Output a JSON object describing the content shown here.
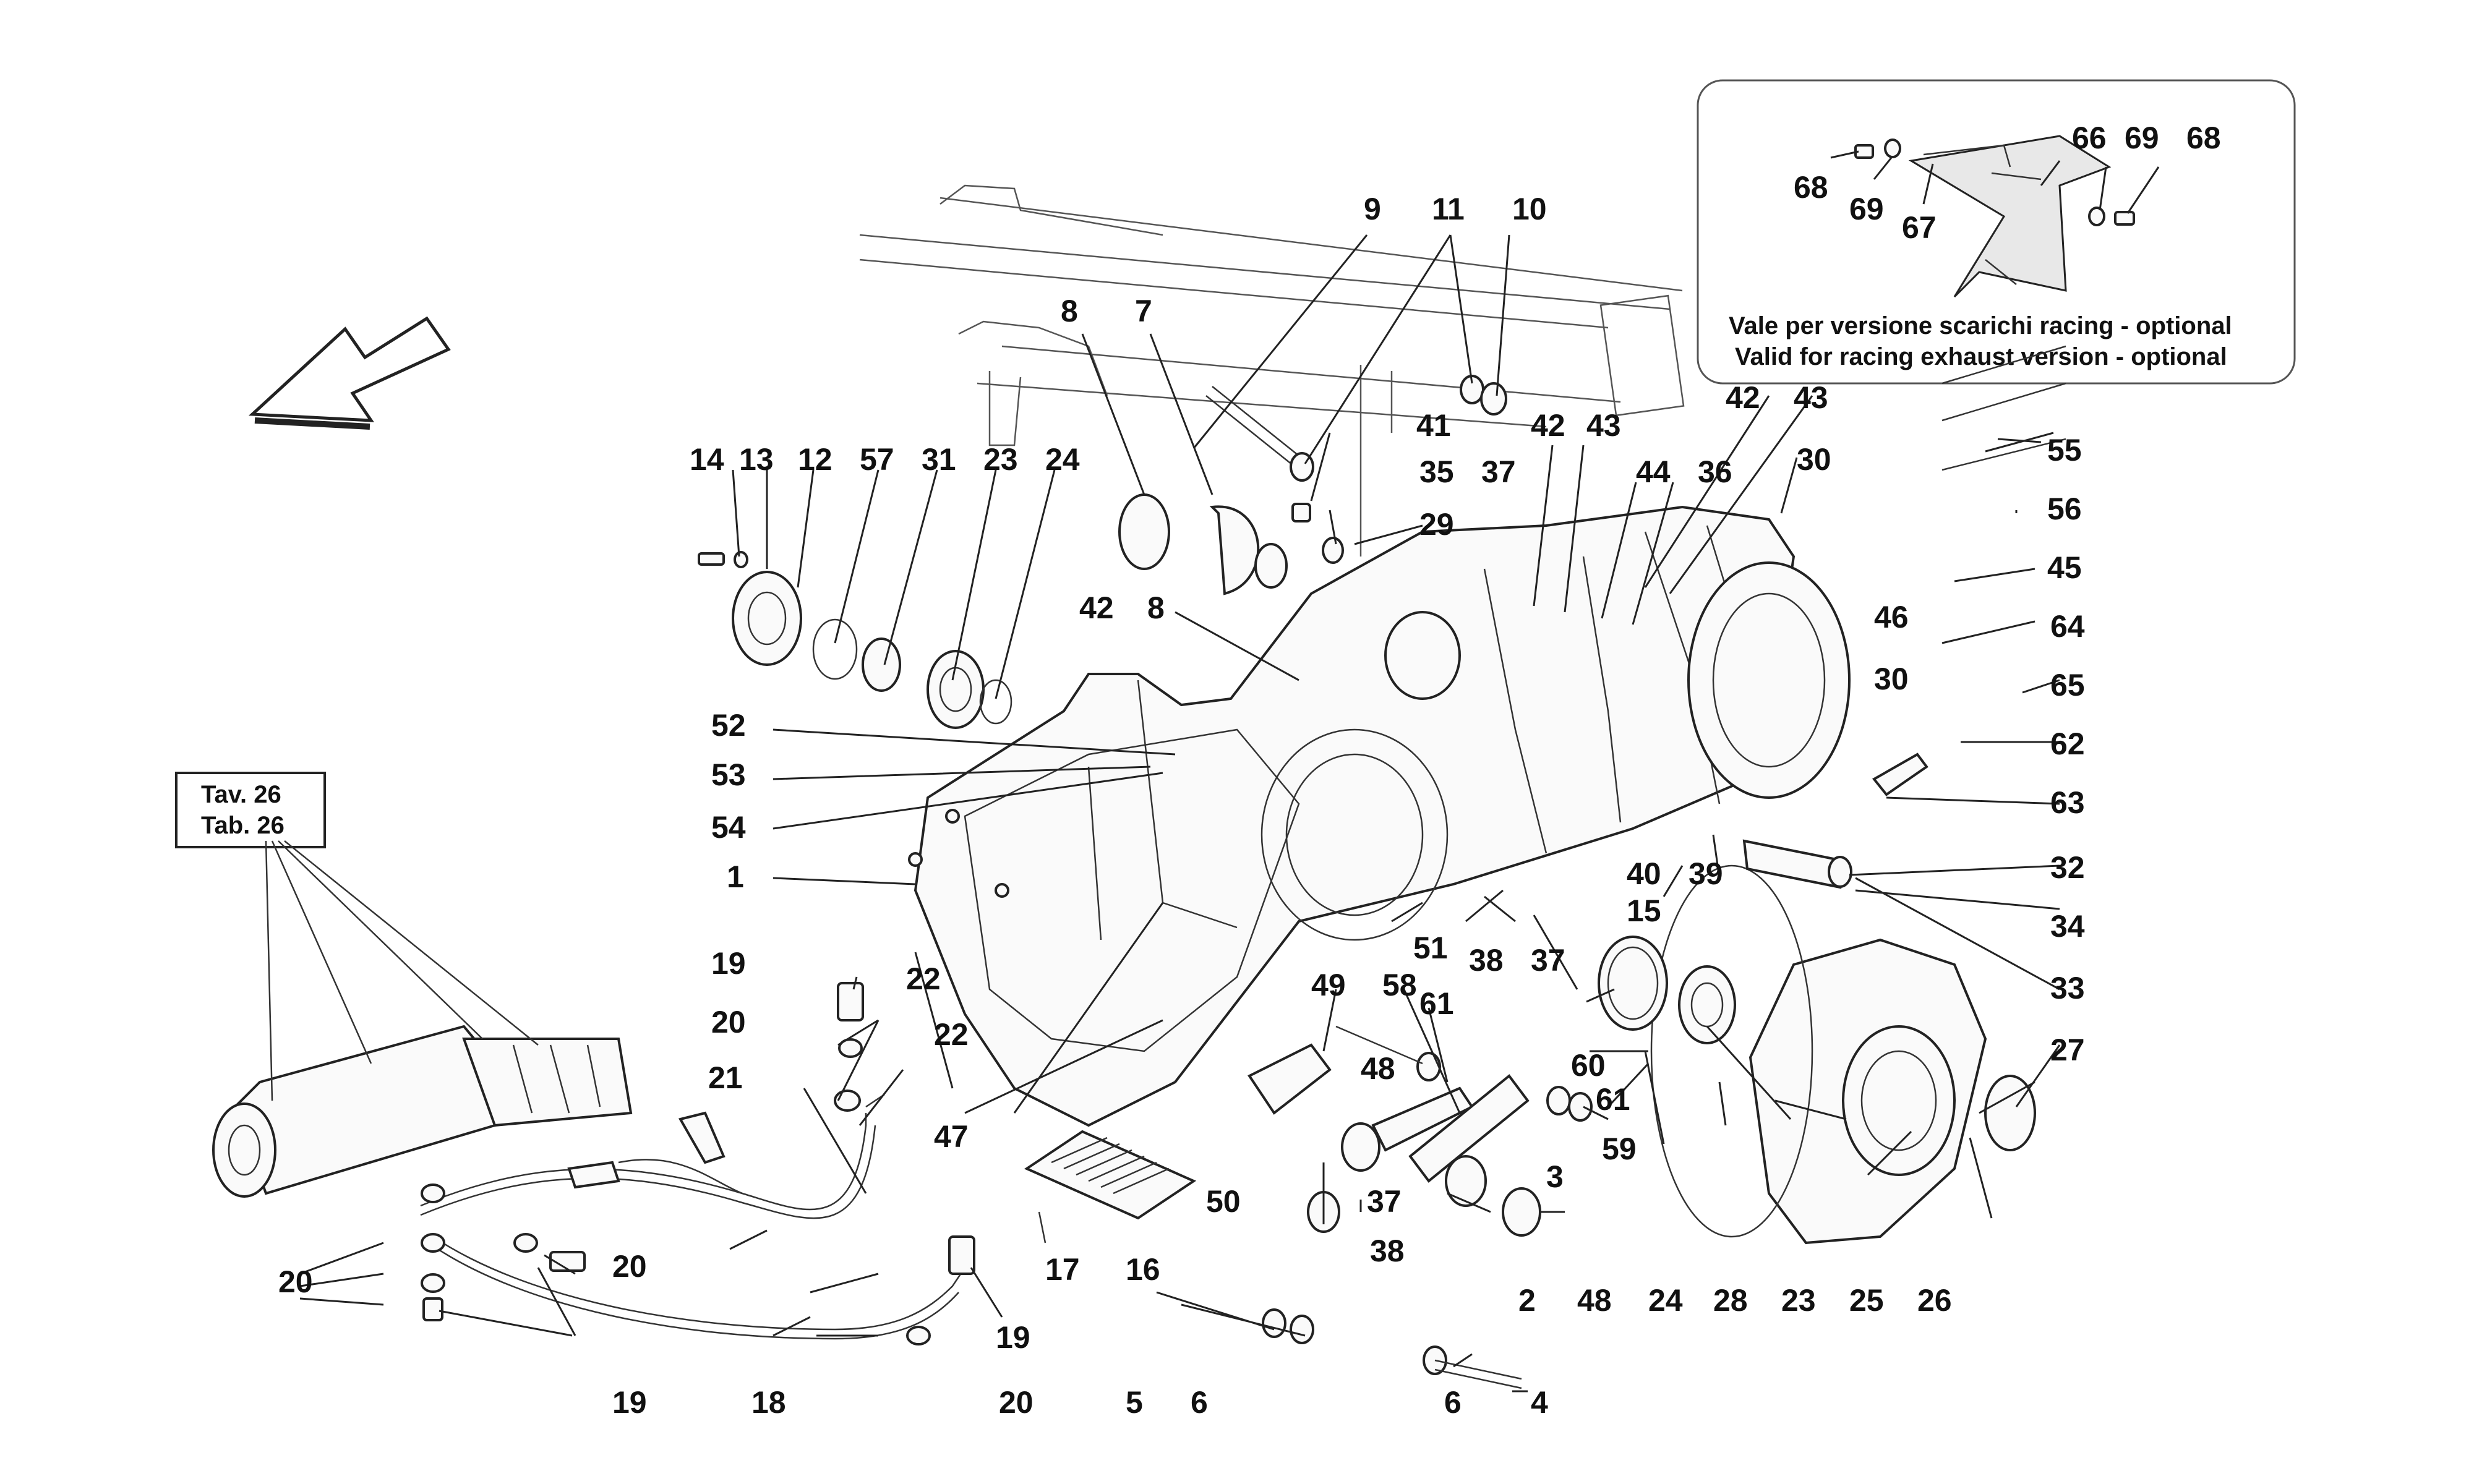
{
  "reference_box": {
    "line1": "Tav. 26",
    "line2": "Tab. 26"
  },
  "option_note": {
    "italian": "Vale per versione scarichi racing - optional",
    "english": "Valid for racing exhaust version - optional"
  },
  "callouts": {
    "c1": "1",
    "c2a": "2",
    "c3a": "3",
    "c4a": "4",
    "c5a": "5",
    "c6a": "6",
    "c6b": "6",
    "c7a": "7",
    "c8a": "8",
    "c8b": "8",
    "c9a": "9",
    "c10a": "10",
    "c11a": "11",
    "c12a": "12",
    "c13a": "13",
    "c14a": "14",
    "c15a": "15",
    "c16a": "16",
    "c17a": "17",
    "c18a": "18",
    "c19a": "19",
    "c19b": "19",
    "c19c": "19",
    "c20a": "20",
    "c20b": "20",
    "c20c": "20",
    "c20d": "20",
    "c21a": "21",
    "c22a": "22",
    "c23a": "23",
    "c23b": "23",
    "c24a": "24",
    "c24b": "24",
    "c25a": "25",
    "c26a": "26",
    "c27a": "27",
    "c28a": "28",
    "c29a": "29",
    "c30a": "30",
    "c30b": "30",
    "c31a": "31",
    "c32a": "32",
    "c33a": "33",
    "c34a": "34",
    "c35a": "35",
    "c36a": "36",
    "c37a": "37",
    "c37b": "37",
    "c37c": "37",
    "c38a": "38",
    "c38b": "38",
    "c39a": "39",
    "c40a": "40",
    "c41a": "41",
    "c42a": "42",
    "c42b": "42",
    "c42c": "42",
    "c43a": "43",
    "c43b": "43",
    "c44a": "44",
    "c45a": "45",
    "c46a": "46",
    "c47a": "47",
    "c48a": "48",
    "c48b": "48",
    "c49a": "49",
    "c50a": "50",
    "c51a": "51",
    "c52a": "52",
    "c53a": "53",
    "c54a": "54",
    "c55a": "55",
    "c56a": "56",
    "c57a": "57",
    "c58a": "58",
    "c59a": "59",
    "c60a": "60",
    "c61a": "61",
    "c61b": "61",
    "c62a": "62",
    "c63a": "63",
    "c64a": "64",
    "c65a": "65",
    "c66a": "66",
    "c67a": "67",
    "c68a": "68",
    "c68b": "68",
    "c69a": "69",
    "c69b": "69"
  }
}
